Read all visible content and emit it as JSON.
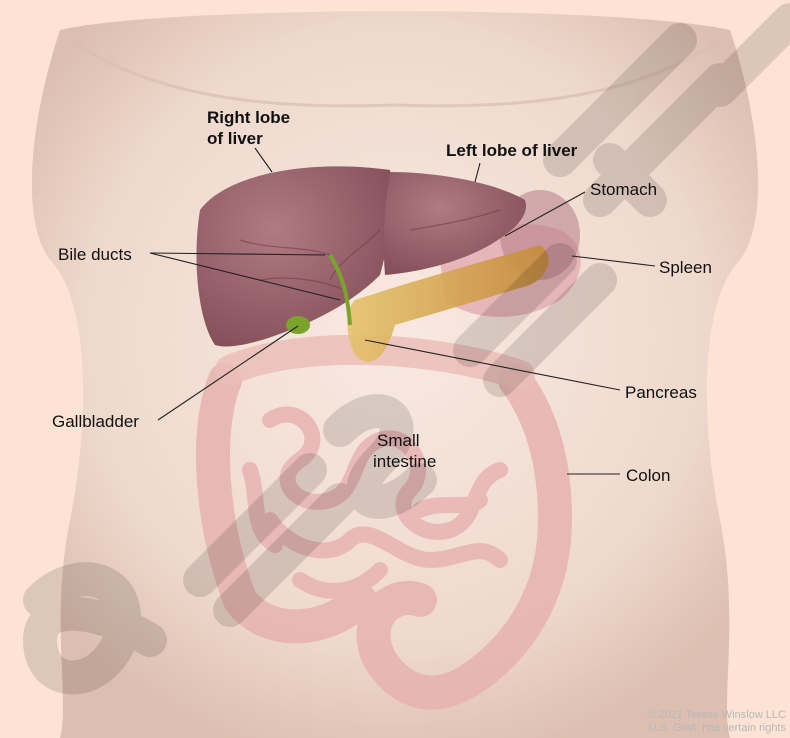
{
  "labels": {
    "right_lobe_line1": "Right lobe",
    "right_lobe_line2": "of liver",
    "left_lobe": "Left lobe of liver",
    "stomach": "Stomach",
    "bile_ducts": "Bile ducts",
    "spleen": "Spleen",
    "pancreas": "Pancreas",
    "gallbladder": "Gallbladder",
    "small_intestine_line1": "Small",
    "small_intestine_line2": "intestine",
    "colon": "Colon"
  },
  "copyright": {
    "line1": "© 2021 Terese Winslow LLC",
    "line2": "U.S. Govt. has certain rights"
  },
  "colors": {
    "background": "#fce3d3",
    "skin": "#f1ddd2",
    "liver": "#9a5f68",
    "stomach": "#e0a7ad",
    "spleen": "#b77c86",
    "pancreas": "#d59f45",
    "gallbladder": "#7aa32c",
    "intestine": "#efc2c0",
    "colon": "#eab9b6",
    "watermark": "#000000"
  }
}
